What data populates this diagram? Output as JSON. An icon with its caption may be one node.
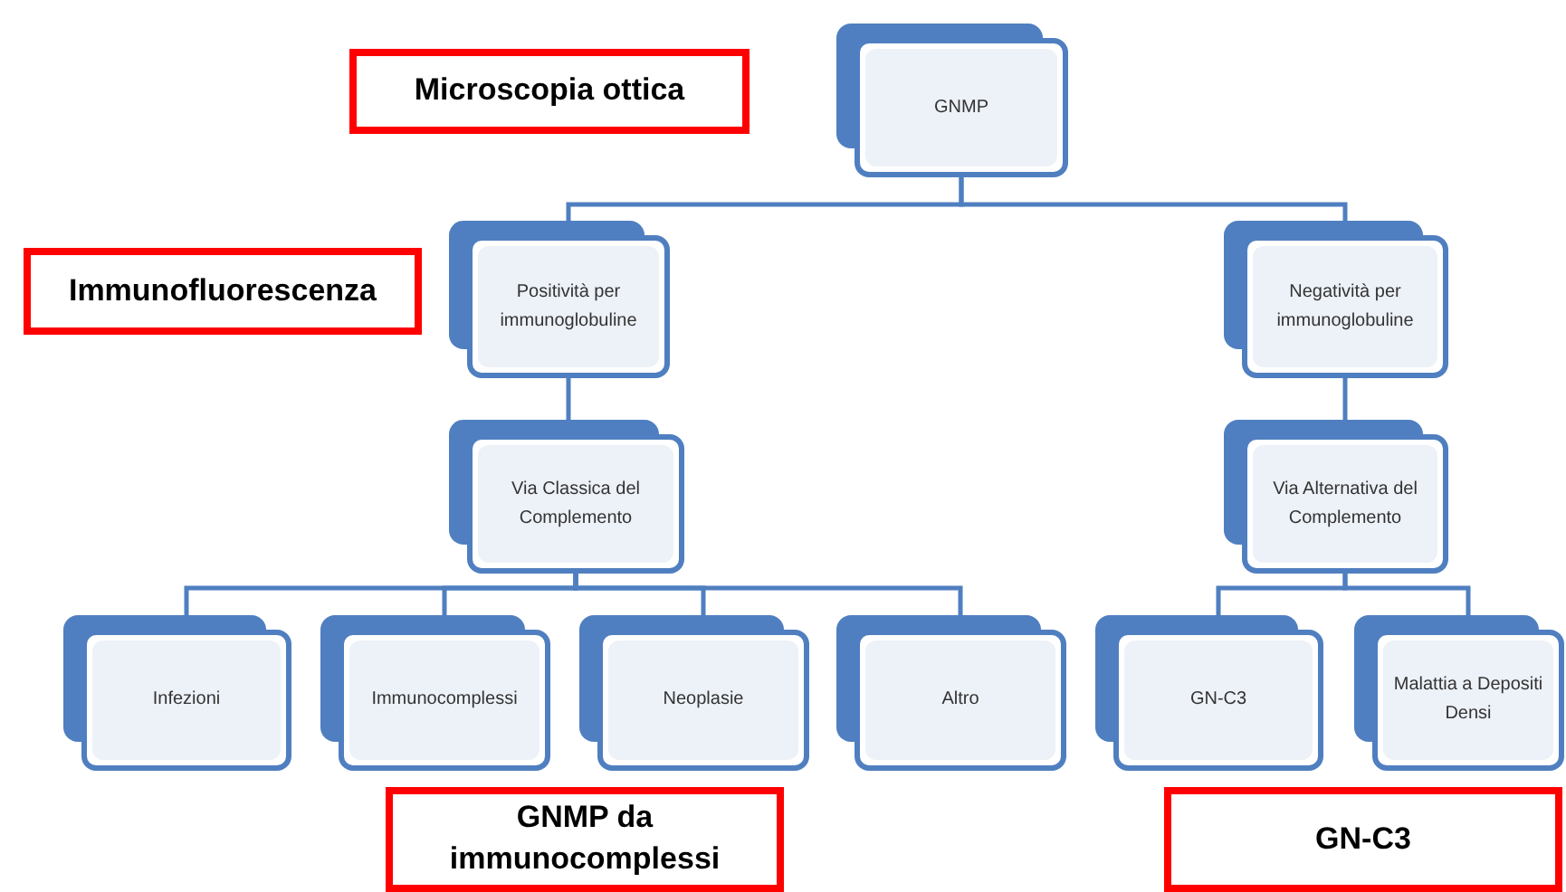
{
  "diagram": {
    "nodes": [
      {
        "text": [
          "GNMP"
        ]
      },
      {
        "text": [
          "Positività per immunoglobuline"
        ]
      },
      {
        "text": [
          "Negatività per immunoglobuline"
        ]
      },
      {
        "text": [
          "Via Classica del Complemento"
        ]
      },
      {
        "text": [
          "Via Alternativa del Complemento"
        ]
      },
      {
        "text": [
          "Infezioni"
        ]
      },
      {
        "text": [
          "Immunocomplessi"
        ]
      },
      {
        "text": [
          "Neoplasie"
        ]
      },
      {
        "text": [
          "Altro"
        ]
      },
      {
        "text": [
          "GN-C3"
        ]
      },
      {
        "text": [
          "Malattia a Depositi Densi"
        ]
      },
      {
        "text": [
          "Microscopia ottica"
        ]
      },
      {
        "text": [
          "Immunofluorescenza"
        ]
      },
      {
        "text": [
          "GNMP da immunocomplessi"
        ]
      },
      {
        "text": [
          "GN-C3"
        ]
      }
    ],
    "edges": [
      {
        "from": 0,
        "to": 1,
        "arrow": "none"
      },
      {
        "from": 0,
        "to": 2,
        "arrow": "none"
      },
      {
        "from": 1,
        "to": 3,
        "arrow": "none"
      },
      {
        "from": 2,
        "to": 4,
        "arrow": "none"
      },
      {
        "from": 3,
        "to": 5,
        "arrow": "none"
      },
      {
        "from": 3,
        "to": 6,
        "arrow": "none"
      },
      {
        "from": 3,
        "to": 7,
        "arrow": "none"
      },
      {
        "from": 3,
        "to": 8,
        "arrow": "none"
      },
      {
        "from": 4,
        "to": 9,
        "arrow": "none"
      },
      {
        "from": 4,
        "to": 10,
        "arrow": "none"
      }
    ]
  }
}
